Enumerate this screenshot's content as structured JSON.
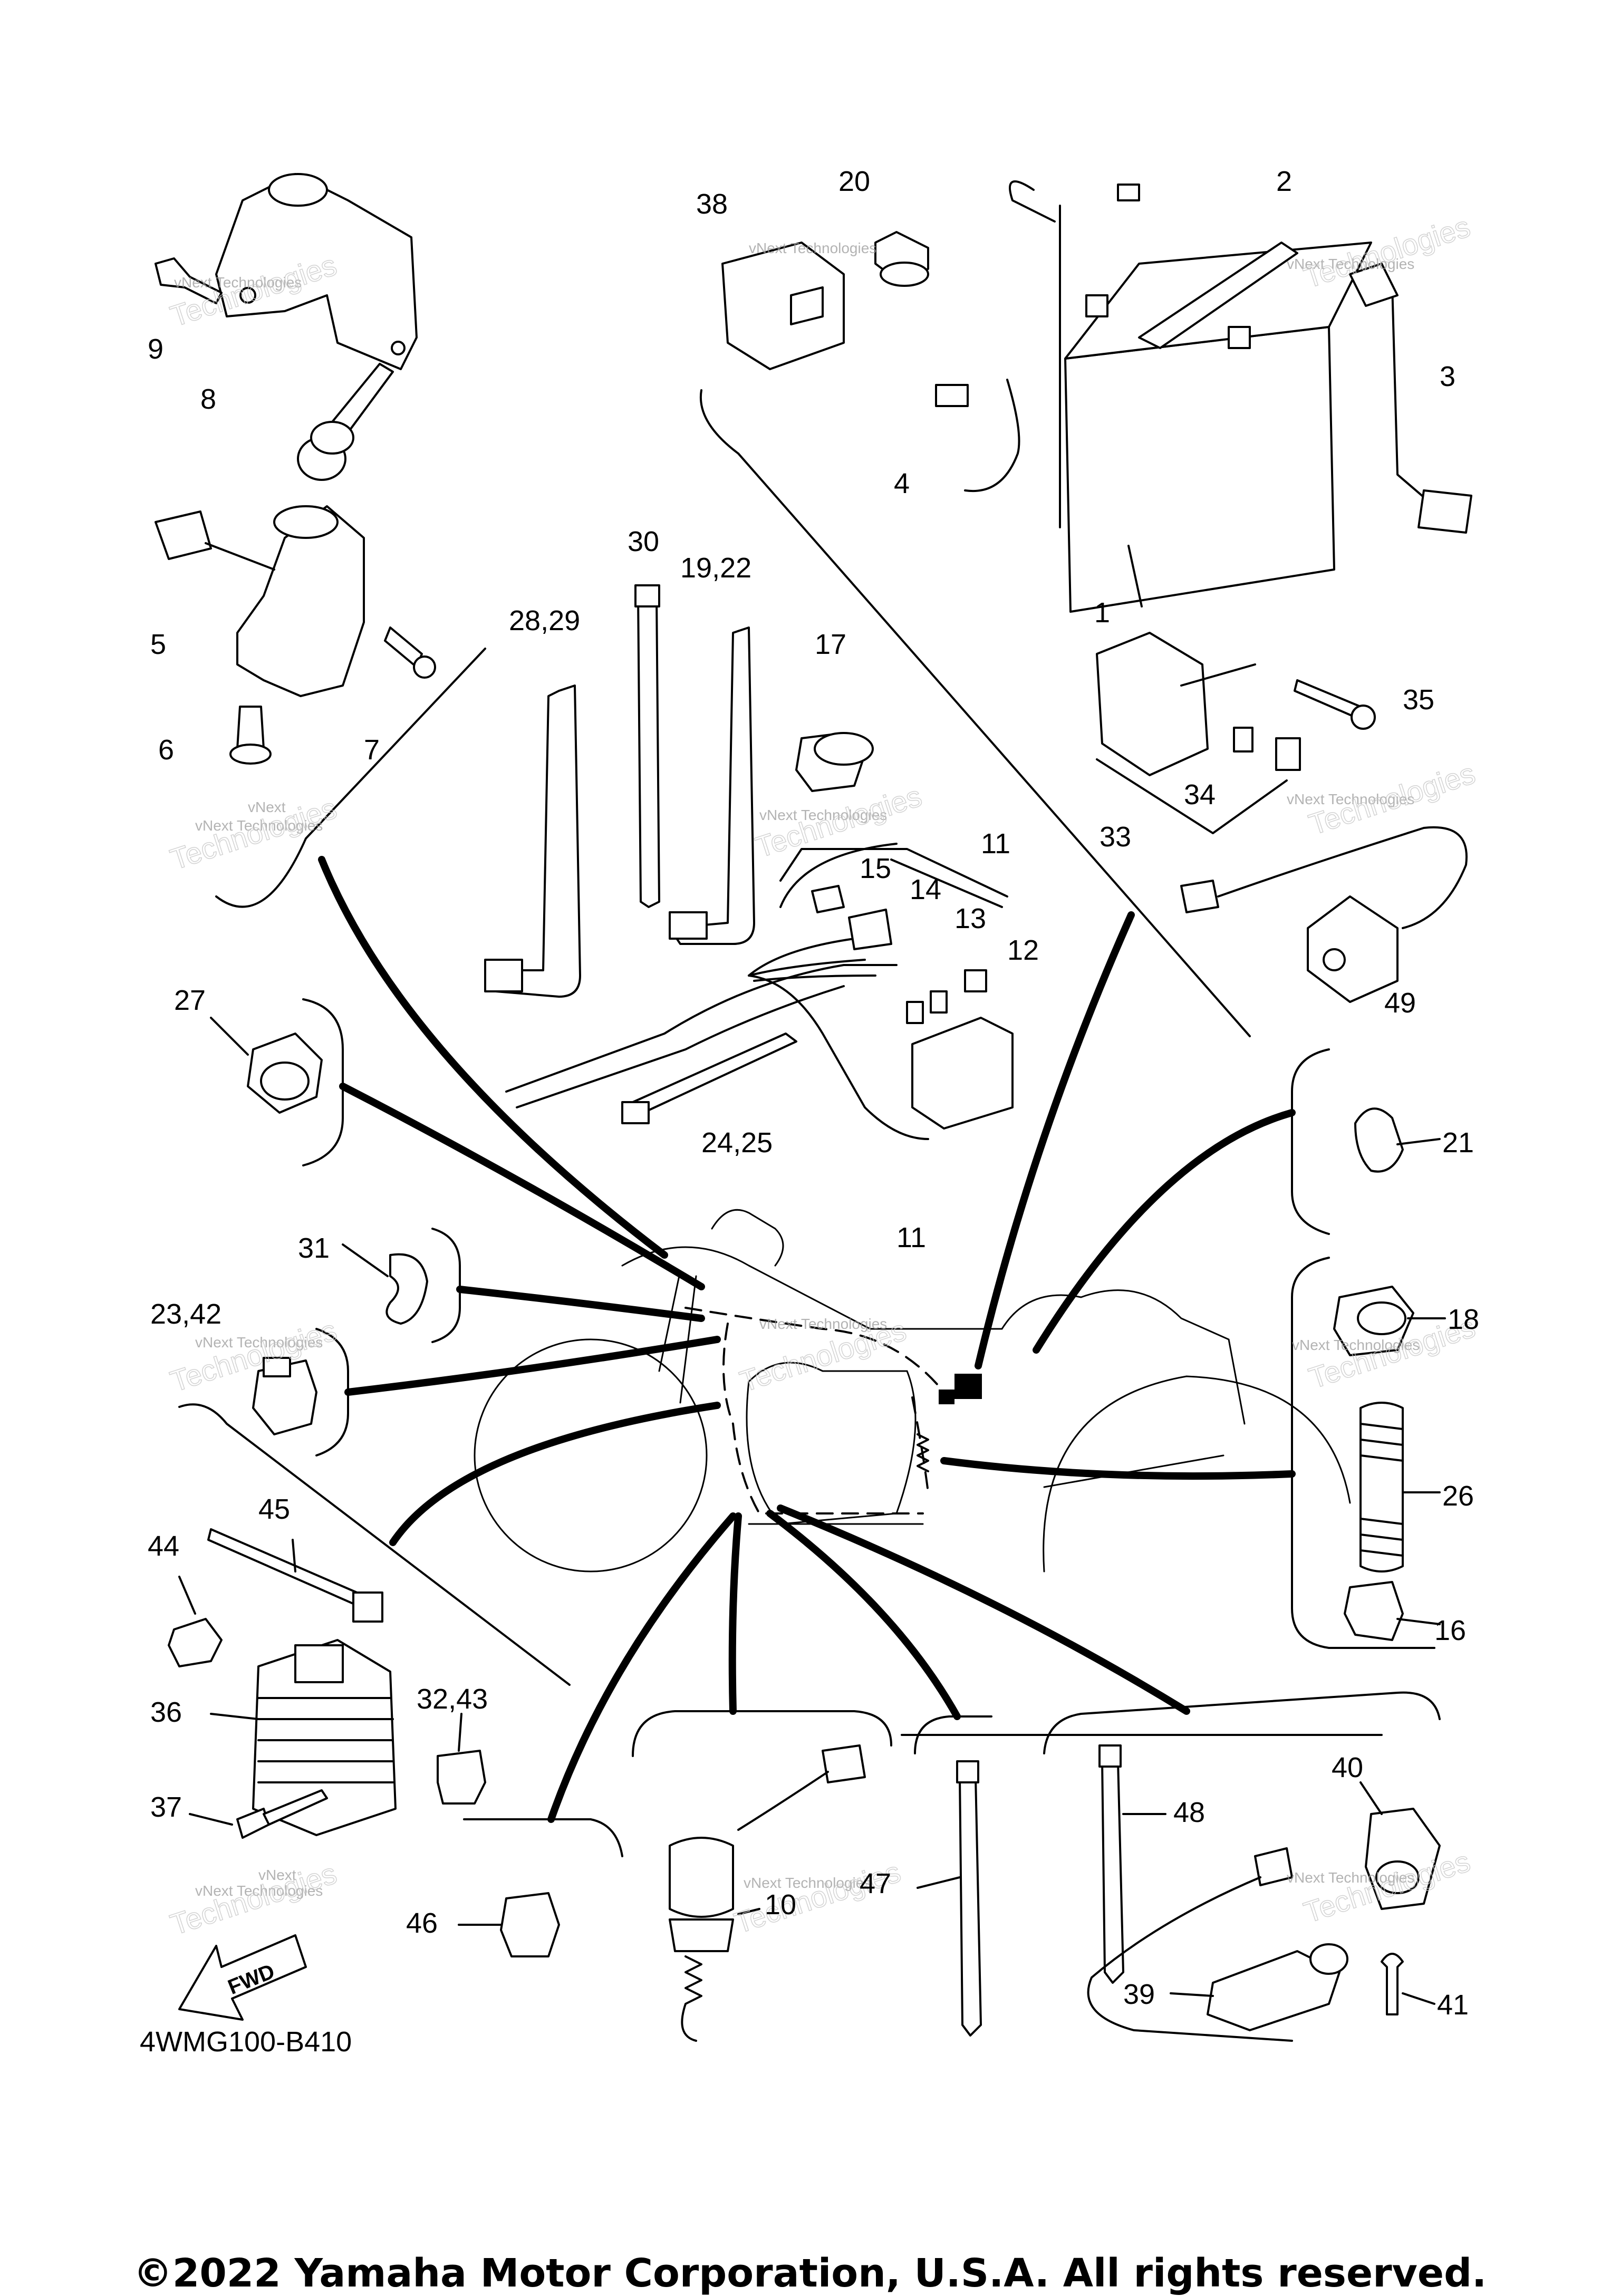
{
  "diagram_code": "4WMG100-B410",
  "copyright": "©2022 Yamaha Motor Corporation, U.S.A. All rights reserved.",
  "fwd_label": "FWD",
  "watermark": {
    "line1": "vNext Technologies",
    "line2": "Technologies",
    "line3": "vNext"
  },
  "callouts": {
    "c1": "1",
    "c2": "2",
    "c3": "3",
    "c4": "4",
    "c5": "5",
    "c6": "6",
    "c7": "7",
    "c8": "8",
    "c9": "9",
    "c10": "10",
    "c11a": "11",
    "c11b": "11",
    "c12": "12",
    "c13": "13",
    "c14": "14",
    "c15": "15",
    "c16": "16",
    "c17": "17",
    "c18": "18",
    "c1922": "19,22",
    "c20": "20",
    "c21": "21",
    "c2342": "23,42",
    "c2425": "24,25",
    "c26": "26",
    "c27": "27",
    "c2829": "28,29",
    "c30": "30",
    "c31": "31",
    "c3243": "32,43",
    "c33": "33",
    "c34": "34",
    "c35": "35",
    "c36": "36",
    "c37": "37",
    "c38": "38",
    "c39": "39",
    "c40": "40",
    "c41": "41",
    "c44": "44",
    "c45": "45",
    "c46": "46",
    "c47": "47",
    "c48": "48",
    "c49": "49"
  }
}
